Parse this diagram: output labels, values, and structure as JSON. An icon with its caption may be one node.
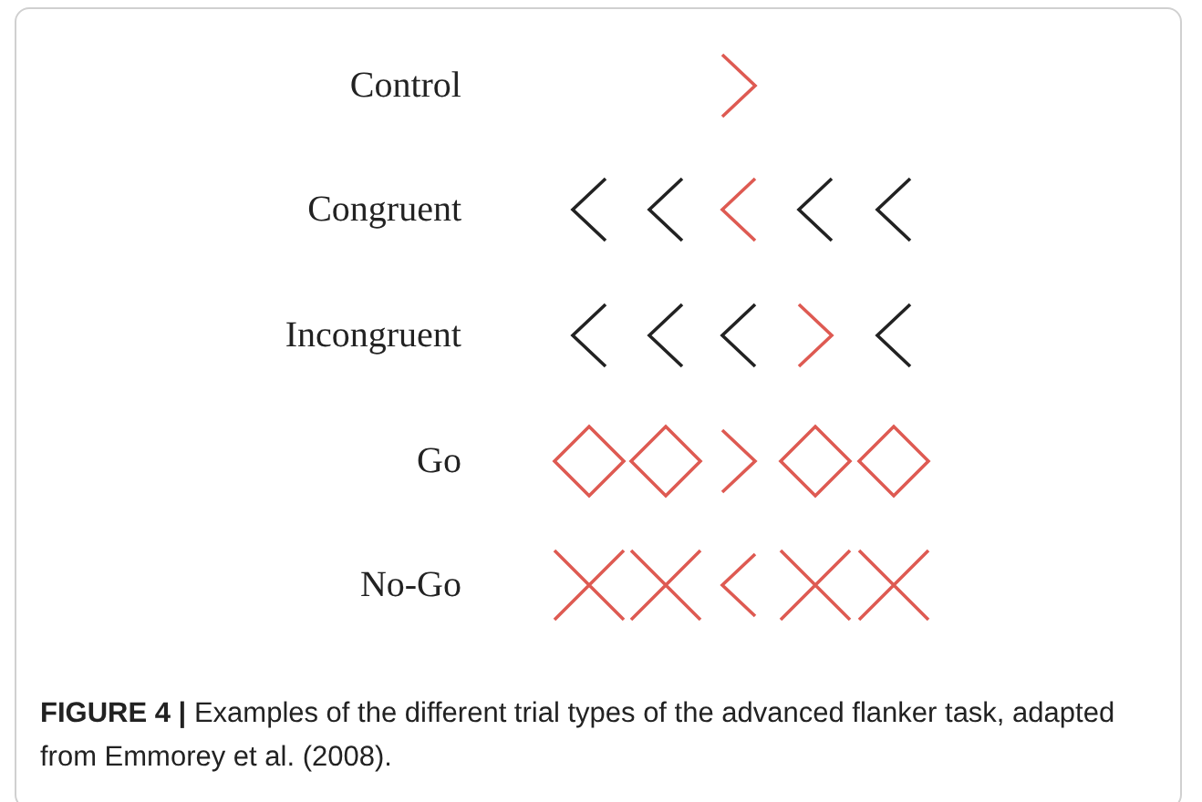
{
  "diagram": {
    "caption": "**FIGURE 4 |** Examples of the different trial types of the advanced flanker task, adapted from Emmorey et al. (2008).",
    "labels": [
      "Control",
      "Congruent",
      "Incongruent",
      "Go",
      "No-Go"
    ]
  }
}
